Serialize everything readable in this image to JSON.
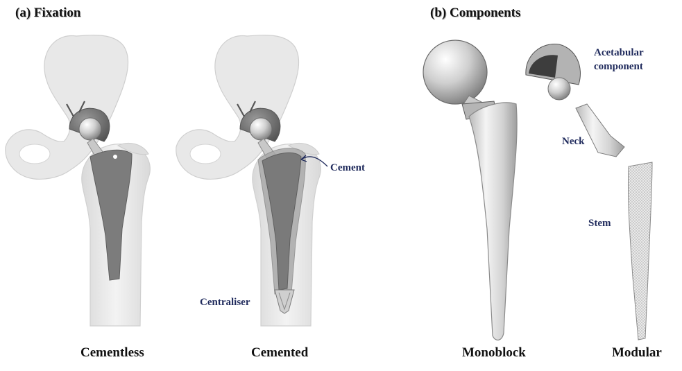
{
  "panels": {
    "fixation": {
      "heading": "(a) Fixation",
      "cementless_label": "Cementless",
      "cemented_label": "Cemented",
      "cement_label": "Cement",
      "centraliser_label": "Centraliser"
    },
    "components": {
      "heading": "(b) Components",
      "monoblock_label": "Monoblock",
      "modular_label": "Modular",
      "acetabular_label": "Acetabular component",
      "neck_label": "Neck",
      "stem_label": "Stem"
    }
  },
  "colors": {
    "bone": "#e6e6e6",
    "bone_outline": "#cfcfcf",
    "implant_dark": "#7a7a7a",
    "metal_light": "#e2e2e2",
    "callout_text": "#1f2a5c"
  }
}
